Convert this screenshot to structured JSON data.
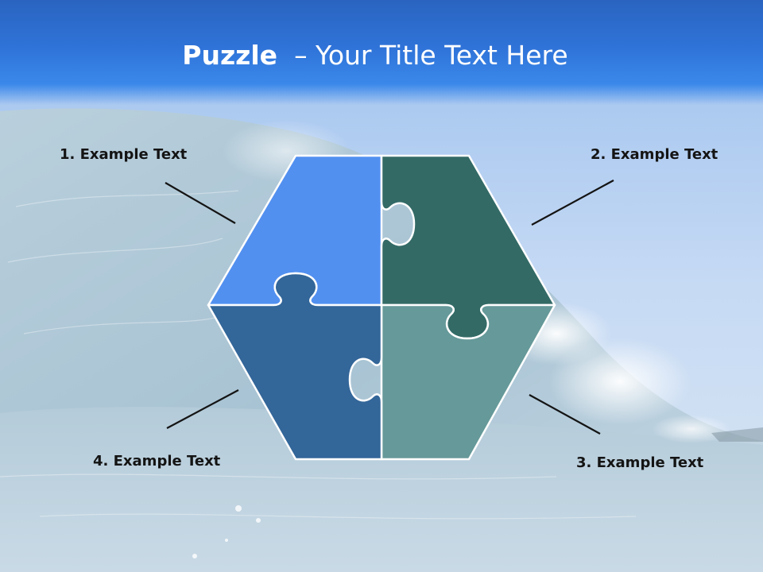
{
  "slide": {
    "title_bold": "Puzzle",
    "title_rest": "– Your Title Text Here"
  },
  "puzzle": {
    "pieces": [
      {
        "label": "1. Example Text",
        "color": "#5290f0"
      },
      {
        "label": "2. Example Text",
        "color": "#336a66"
      },
      {
        "label": "3. Example Text",
        "color": "#669999"
      },
      {
        "label": "4. Example Text",
        "color": "#336699"
      }
    ],
    "outline_color": "#ffffff"
  },
  "colors": {
    "header": "#2f73d8",
    "title_text": "#ffffff",
    "label_text": "#141414"
  }
}
